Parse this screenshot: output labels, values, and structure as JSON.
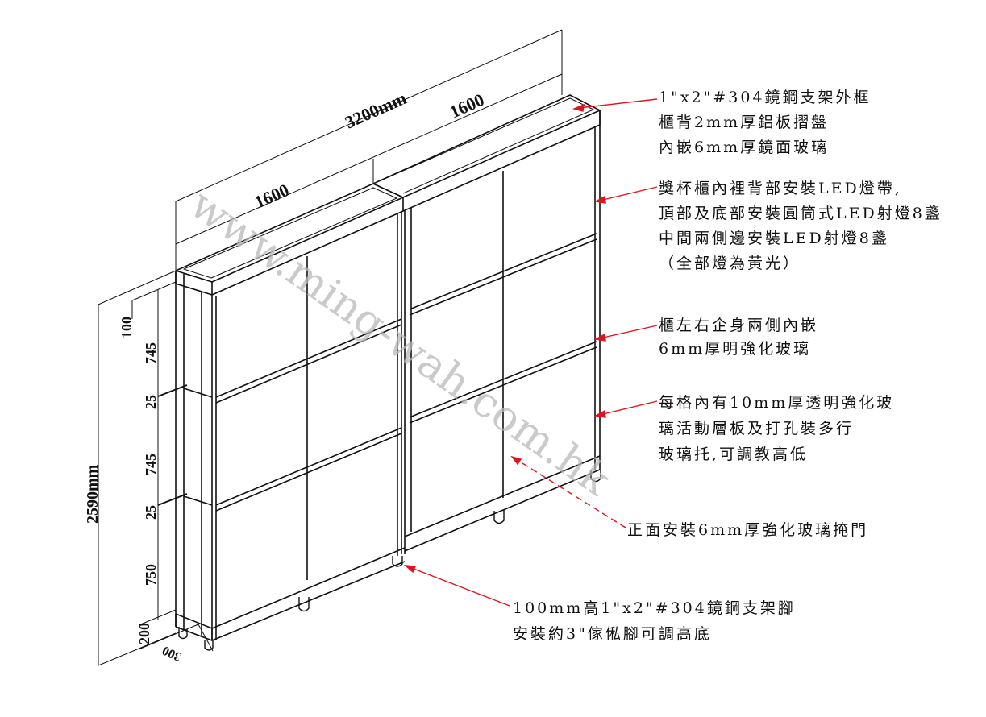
{
  "title_dims": {
    "overall_width": "3200mm",
    "left_unit_width": "1600",
    "right_unit_width": "1600",
    "overall_height": "2590mm",
    "depth": "300"
  },
  "height_breakdown": [
    "100",
    "745",
    "25",
    "745",
    "25",
    "750",
    "200"
  ],
  "watermark": "www.ming-wah.com.hk",
  "annotations": [
    {
      "id": "frame",
      "lines": [
        "1\"x2\"#304鏡鋼支架外框",
        "櫃背2mm厚鋁板摺盤",
        "內嵌6mm厚鏡面玻璃"
      ]
    },
    {
      "id": "lighting",
      "lines": [
        "獎杯櫃內裡背部安裝LED燈帶,",
        "頂部及底部安裝圓筒式LED射燈8盞",
        "中間兩側邊安裝LED射燈8盞",
        "（全部燈為黃光）"
      ]
    },
    {
      "id": "side-glass",
      "lines": [
        "櫃左右企身兩側內嵌",
        "6mm厚明強化玻璃"
      ]
    },
    {
      "id": "shelves",
      "lines": [
        "每格內有10mm厚透明強化玻",
        "璃活動層板及打孔裝多行",
        "玻璃托,可調教高低"
      ]
    },
    {
      "id": "doors",
      "lines": [
        "正面安裝6mm厚強化玻璃掩門"
      ]
    },
    {
      "id": "legs",
      "lines": [
        "100mm高1\"x2\"#304鏡鋼支架腳",
        "安裝約3\"傢俬腳可調高底"
      ]
    }
  ],
  "colors": {
    "line": "#111111",
    "leader": "#e0141e",
    "watermark": "#b9b9b9"
  }
}
